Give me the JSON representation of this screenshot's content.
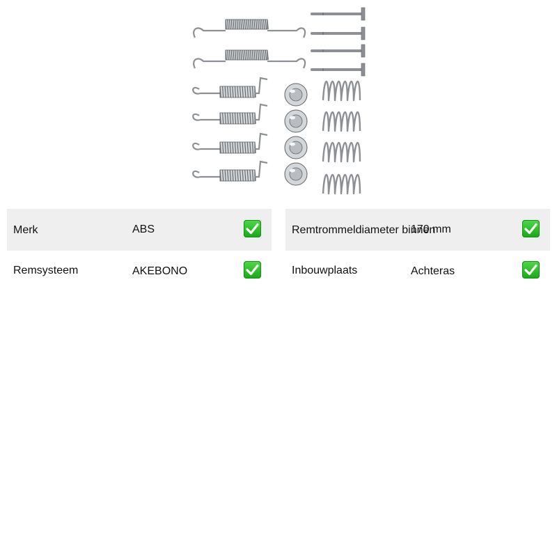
{
  "product": {
    "image_icon": "brake-spring-kit-image"
  },
  "specs_left": [
    {
      "label": "Merk",
      "value": "ABS",
      "status_icon": "checkmark-icon"
    },
    {
      "label": "Remsysteem",
      "value": "AKEBONO",
      "status_icon": "checkmark-icon"
    }
  ],
  "specs_right": [
    {
      "label": "Remtrommeldiameter binnen",
      "value": "170 mm",
      "status_icon": "checkmark-icon"
    },
    {
      "label": "Inbouwplaats",
      "value": "Achteras",
      "status_icon": "checkmark-icon"
    }
  ],
  "colors": {
    "row_shade": "#efefef",
    "check_green": "#1fb31c",
    "metal": "#8c9094"
  }
}
